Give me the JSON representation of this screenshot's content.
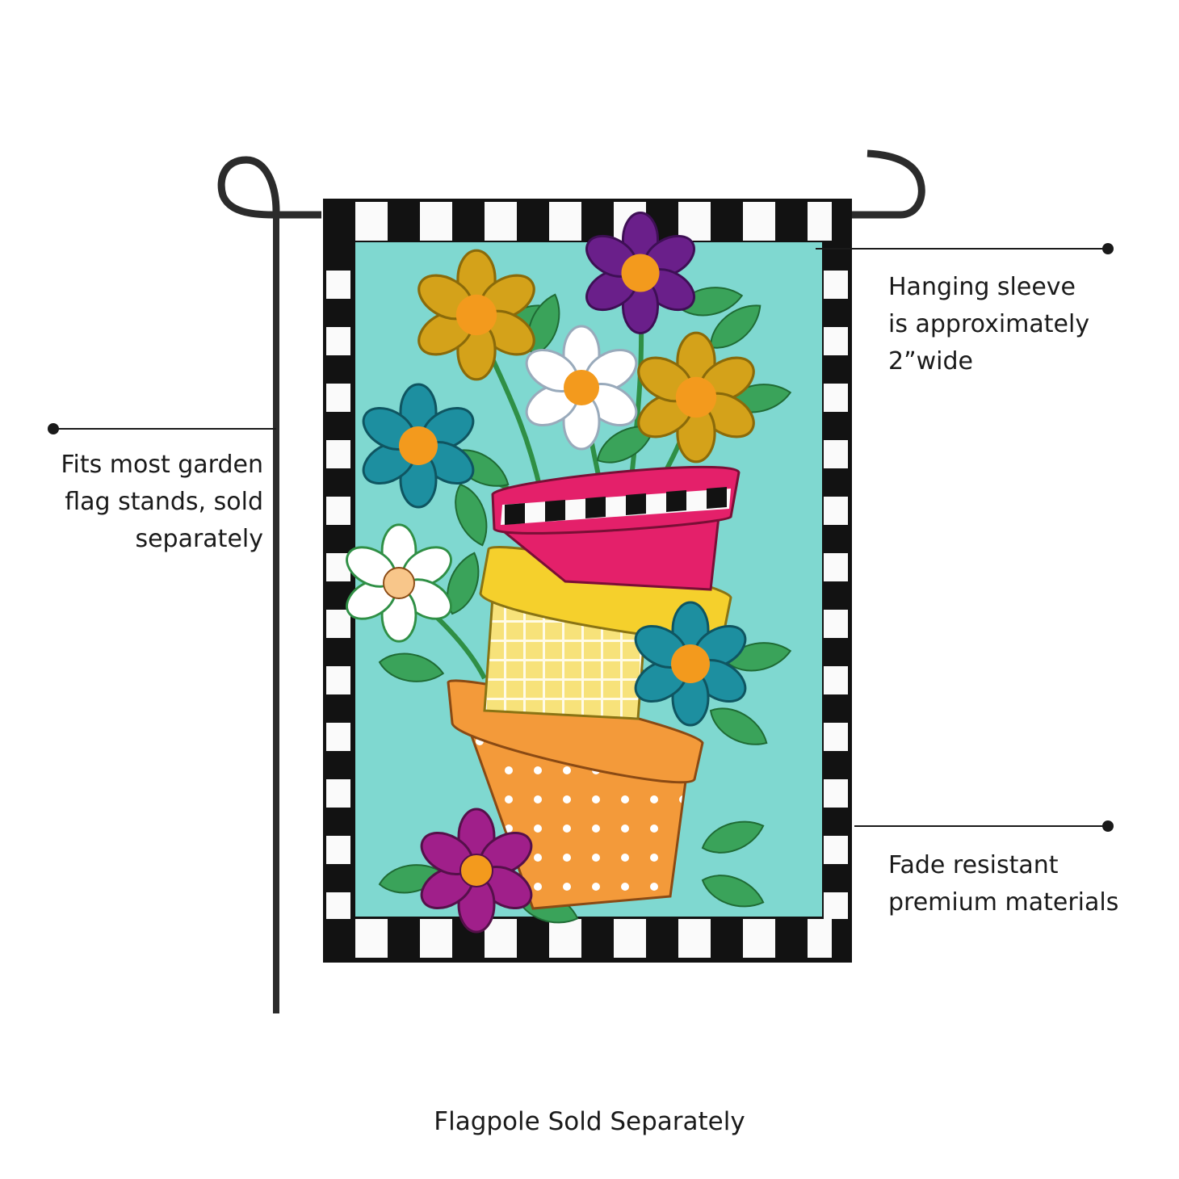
{
  "callouts": {
    "stand": [
      "Fits most garden",
      "flag stands, sold",
      "separately"
    ],
    "sleeve": [
      "Hanging sleeve",
      "is approximately",
      "2”wide"
    ],
    "fade": [
      "Fade resistant",
      "premium materials"
    ]
  },
  "footer": "Flagpole Sold Separately",
  "colors": {
    "background": "#7fd8d0",
    "border_black": "#121212",
    "border_white": "#fafafa",
    "pole": "#2b2b2b",
    "pot_pink": "#e4206a",
    "pot_yellow": "#f5d02c",
    "pot_orange": "#f39a3a",
    "flower_gold": "#d4a21a",
    "flower_purple": "#6a1f8a",
    "flower_teal": "#1d8fa0",
    "flower_white": "#ffffff",
    "flower_center": "#f39a1d",
    "leaf": "#3aa35a"
  }
}
